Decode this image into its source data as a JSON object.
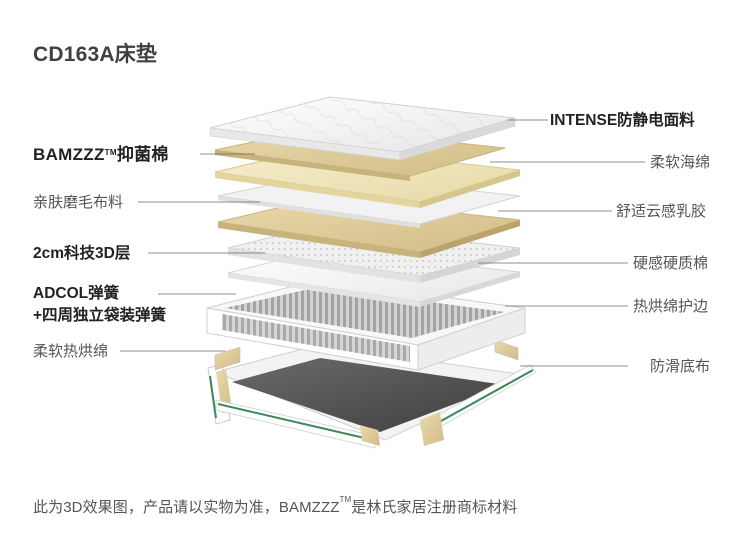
{
  "title": "CD163A床垫",
  "labels": {
    "intense": "INTENSE防静电面料",
    "bamzzz_prefix": "BAMZZZ",
    "bamzzz_tm": "TM",
    "bamzzz_suffix": "抑菌棉",
    "soft_sponge": "柔软海绵",
    "brushed_fabric": "亲肤磨毛布料",
    "latex": "舒适云感乳胶",
    "tech_3d": "2cm科技3D层",
    "hard_cotton": "硬感硬质棉",
    "adcol_line1": "ADCOL弹簧",
    "adcol_line2": "+四周独立袋装弹簧",
    "edge_cotton": "热烘绵护边",
    "soft_hot_cotton": "柔软热烘绵",
    "anti_slip": "防滑底布"
  },
  "footer": {
    "prefix": "此为3D效果图，产品请以实物为准，BAMZZZ",
    "tm": "TM",
    "suffix": "是林氏家居注册商标材料"
  },
  "colors": {
    "cream": "#efe6c4",
    "tan": "#dcc89a",
    "white_layer": "#f4f4f4",
    "grey_base": "#5e5e5e",
    "green_trim": "#3a8a5a",
    "gold_trim": "#c9b06a"
  }
}
